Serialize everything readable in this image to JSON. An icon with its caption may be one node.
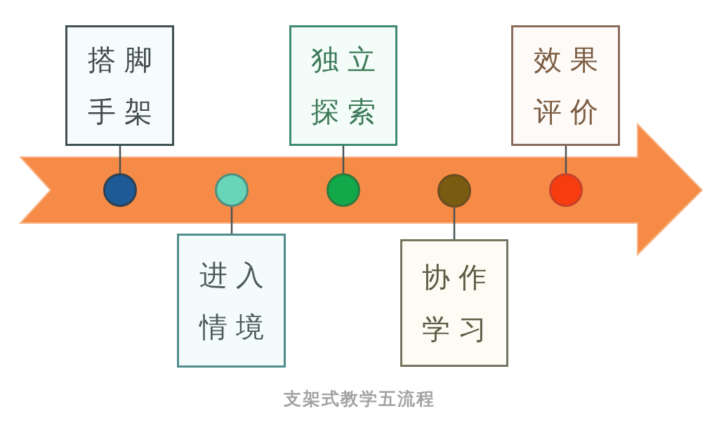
{
  "diagram": {
    "caption": "支架式教学五流程",
    "nodes": [
      {
        "text": [
          "搭脚手架"
        ]
      },
      {
        "text": [
          "进入情境"
        ]
      },
      {
        "text": [
          "独立探索"
        ]
      },
      {
        "text": [
          "协作学习"
        ]
      },
      {
        "text": [
          "效果评价"
        ]
      },
      {
        "text": [],
        "shape": "circle"
      },
      {
        "text": [],
        "shape": "circle"
      },
      {
        "text": [],
        "shape": "circle"
      },
      {
        "text": [],
        "shape": "circle"
      },
      {
        "text": [],
        "shape": "circle"
      }
    ],
    "edges": [
      {
        "from": 0,
        "to": 5,
        "arrow": "none"
      },
      {
        "from": 1,
        "to": 6,
        "arrow": "none"
      },
      {
        "from": 2,
        "to": 7,
        "arrow": "none"
      },
      {
        "from": 3,
        "to": 8,
        "arrow": "none"
      },
      {
        "from": 4,
        "to": 9,
        "arrow": "none"
      }
    ]
  }
}
